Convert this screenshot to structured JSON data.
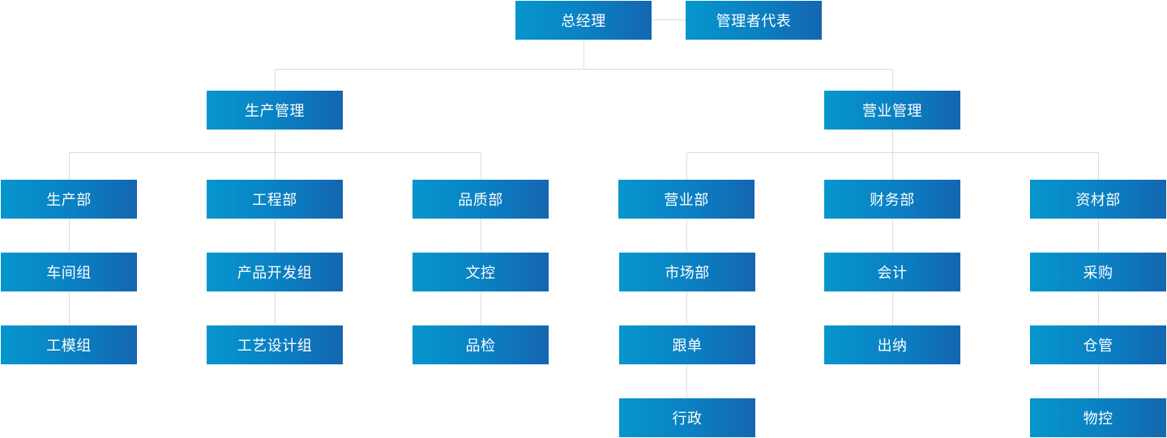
{
  "nodes": {
    "general_manager": "总经理",
    "management_rep": "管理者代表",
    "production_mgmt": "生产管理",
    "sales_mgmt": "营业管理",
    "production_dept": "生产部",
    "engineering_dept": "工程部",
    "quality_dept": "品质部",
    "sales_dept": "营业部",
    "finance_dept": "财务部",
    "materials_dept": "资材部",
    "workshop_group": "车间组",
    "mold_group": "工模组",
    "product_dev_group": "产品开发组",
    "process_design_group": "工艺设计组",
    "document_control": "文控",
    "quality_inspection": "品检",
    "marketing_dept": "市场部",
    "order_follow_up": "跟单",
    "administration": "行政",
    "accounting": "会计",
    "cashier": "出纳",
    "procurement": "采购",
    "warehouse": "仓管",
    "material_control": "物控"
  },
  "colors": {
    "box_gradient_start": "#0696cd",
    "box_gradient_end": "#1466b0",
    "box_text": "#ffffff",
    "connector": "#dcdcdc"
  }
}
